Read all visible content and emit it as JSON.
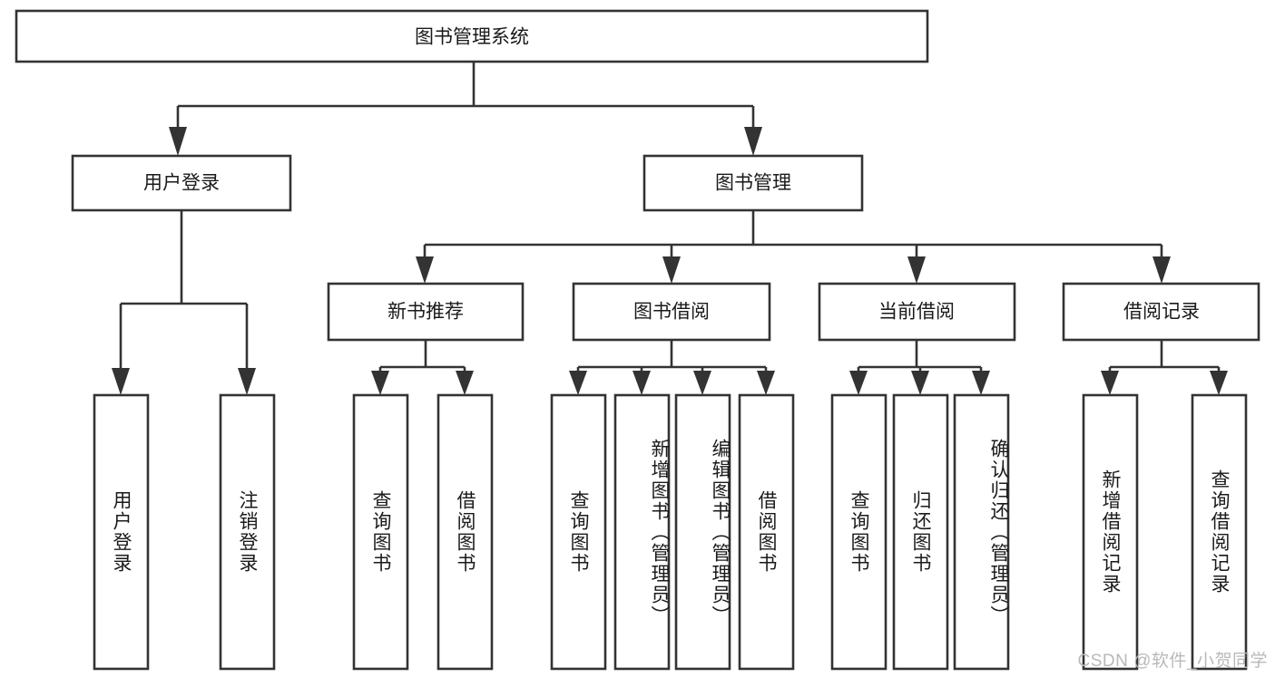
{
  "diagram": {
    "title": "图书管理系统",
    "type": "tree",
    "watermark": "CSDN @软件_小贺同学",
    "colors": {
      "background": "#ffffff",
      "box_fill": "#ffffff",
      "stroke": "#333333",
      "text": "#1a1a1a",
      "watermark": "#b9b9b9"
    },
    "root": {
      "label": "图书管理系统"
    },
    "level2": [
      {
        "label": "用户登录"
      },
      {
        "label": "图书管理"
      }
    ],
    "level3": [
      {
        "label": "新书推荐"
      },
      {
        "label": "图书借阅"
      },
      {
        "label": "当前借阅"
      },
      {
        "label": "借阅记录"
      }
    ],
    "leaves": {
      "user_login": [
        {
          "label": "用户登录"
        },
        {
          "label": "注销登录"
        }
      ],
      "new_book_recommend": [
        {
          "label": "查询图书"
        },
        {
          "label": "借阅图书"
        }
      ],
      "book_borrow": [
        {
          "label": "查询图书"
        },
        {
          "label": "新增图书（管理员）"
        },
        {
          "label": "编辑图书（管理员）"
        },
        {
          "label": "借阅图书"
        }
      ],
      "current_borrow": [
        {
          "label": "查询图书"
        },
        {
          "label": "归还图书"
        },
        {
          "label": "确认归还（管理员）"
        }
      ],
      "borrow_record": [
        {
          "label": "新增借阅记录"
        },
        {
          "label": "查询借阅记录"
        }
      ]
    }
  }
}
